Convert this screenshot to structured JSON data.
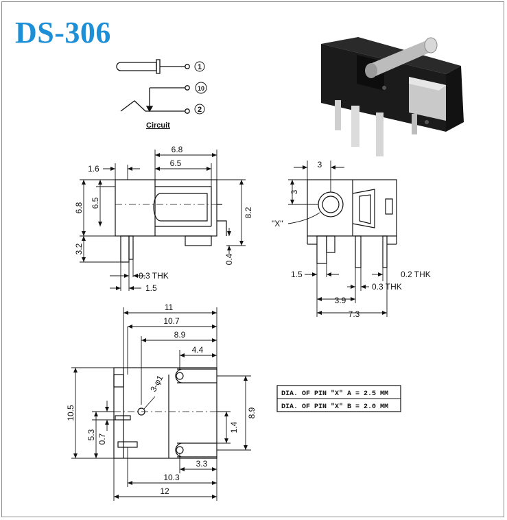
{
  "title": "DS-306",
  "circuit": {
    "label": "Circuit",
    "pins": [
      "1",
      "10",
      "2"
    ]
  },
  "spec_table": {
    "rows": [
      "DIA. OF PIN \"X\" A = 2.5   MM",
      "DIA. OF PIN \"X\" B = 2.0   MM"
    ]
  },
  "side_view": {
    "dims": {
      "w_outer": "6.8",
      "w_inner": "6.5",
      "left_off": "1.6",
      "h_outer": "6.8",
      "h_inner": "6.5",
      "h_total": "8.2",
      "pin_len": "3.2",
      "foot": "0.4",
      "thk": "0.3 THK",
      "pin_w": "1.5"
    }
  },
  "front_view": {
    "dims": {
      "top": "3",
      "side": "3",
      "x_label": "\"X\"",
      "pin_w": "1.5",
      "thk_a": "0.2 THK",
      "thk_b": "0.3 THK",
      "span_a": "3.9",
      "span_b": "7.3"
    }
  },
  "bottom_view": {
    "dims": {
      "w11": "11",
      "w107": "10.7",
      "w89": "8.9",
      "w44": "4.4",
      "h105": "10.5",
      "h53": "5.3",
      "h07": "0.7",
      "h14": "1.4",
      "h89": "8.9",
      "hole": "3-φ1",
      "w33": "3.3",
      "w103": "10.3",
      "w12": "12"
    }
  },
  "colors": {
    "title": "#1c8fd6",
    "line": "#111111"
  }
}
